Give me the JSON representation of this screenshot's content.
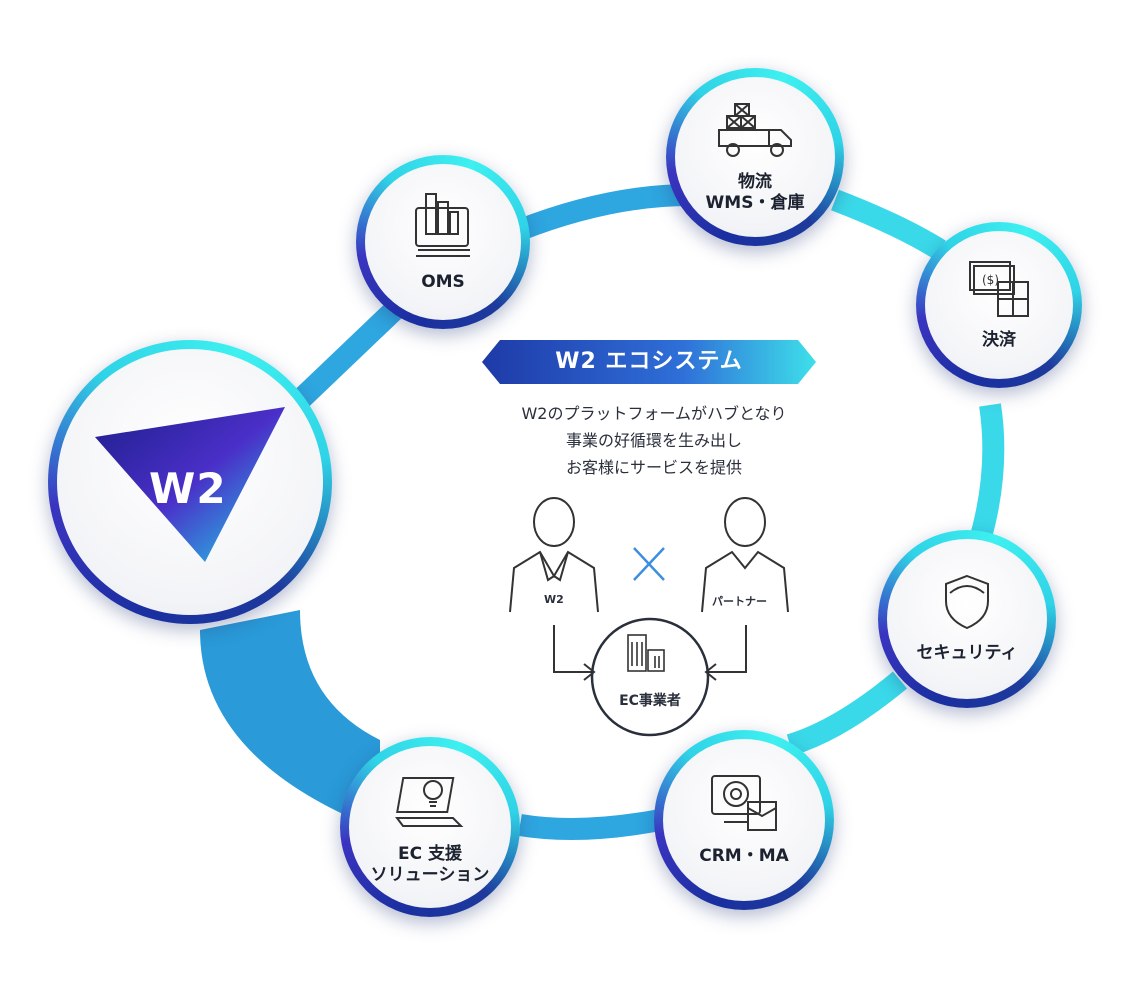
{
  "title": "W2 エコシステム",
  "tagline": [
    "W2のプラットフォームがハブとなり",
    "事業の好循環を生み出し",
    "お客様にサービスを提供"
  ],
  "hub": {
    "logo_text": "W2"
  },
  "nodes": [
    {
      "id": "oms",
      "label": "OMS",
      "icon": "monitor-chart-icon"
    },
    {
      "id": "logistics",
      "label": "物流\nWMS・倉庫",
      "icon": "truck-icon"
    },
    {
      "id": "payment",
      "label": "決済",
      "icon": "calculator-money-icon"
    },
    {
      "id": "security",
      "label": "セキュリティ",
      "icon": "shield-icon"
    },
    {
      "id": "crm",
      "label": "CRM・MA",
      "icon": "monitor-target-icon"
    },
    {
      "id": "ec-support",
      "label": "EC 支援\nソリューション",
      "icon": "lightbulb-laptop-icon"
    }
  ],
  "actors": {
    "left": "W2",
    "right": "パートナー",
    "target": "EC事業者"
  },
  "colors": {
    "accent_dark": "#1a2fa0",
    "accent_light": "#3ef0f0",
    "connector": "#2ea6e0",
    "hub_triangle": "#3a2fbf"
  }
}
